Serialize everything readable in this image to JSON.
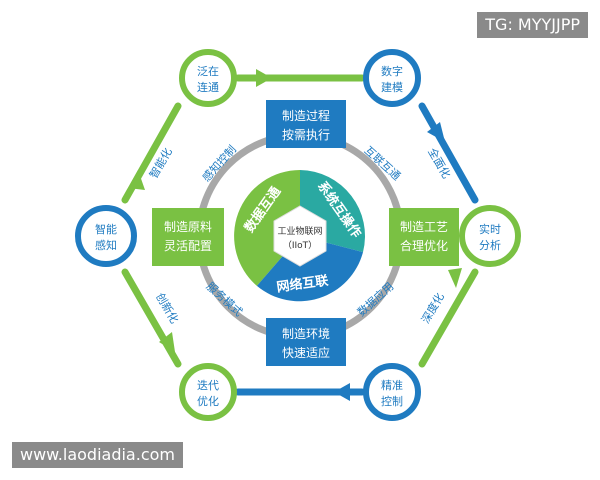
{
  "watermarks": {
    "top": "TG: MYYJJPP",
    "bottom": "www.laodiadia.com"
  },
  "colors": {
    "green": "#7ac143",
    "blue": "#1f7bc1",
    "teal": "#2aa9a2",
    "gray": "#9b9b9b"
  },
  "center": {
    "line1": "工业物联网",
    "line2": "（IIoT）"
  },
  "ring_segments": {
    "green": "数据互通",
    "teal": "系统互操作",
    "blue": "网络互联"
  },
  "inner_boxes": {
    "top": [
      "制造过程",
      "按需执行"
    ],
    "right": [
      "制造工艺",
      "合理优化"
    ],
    "bottom": [
      "制造环境",
      "快速适应"
    ],
    "left": [
      "制造原料",
      "灵活配置"
    ]
  },
  "ring_labels": [
    "互联互通",
    "数据应用",
    "服务模式",
    "感知控制"
  ],
  "outer_nodes": {
    "top_left": [
      "泛在",
      "连通"
    ],
    "top_right": [
      "数字",
      "建模"
    ],
    "right": [
      "实时",
      "分析"
    ],
    "bottom_right": [
      "精准",
      "控制"
    ],
    "bottom_left": [
      "迭代",
      "优化"
    ],
    "left": [
      "智能",
      "感知"
    ]
  },
  "edge_labels": [
    "全面化",
    "深度化",
    "创新化",
    "智能化"
  ]
}
